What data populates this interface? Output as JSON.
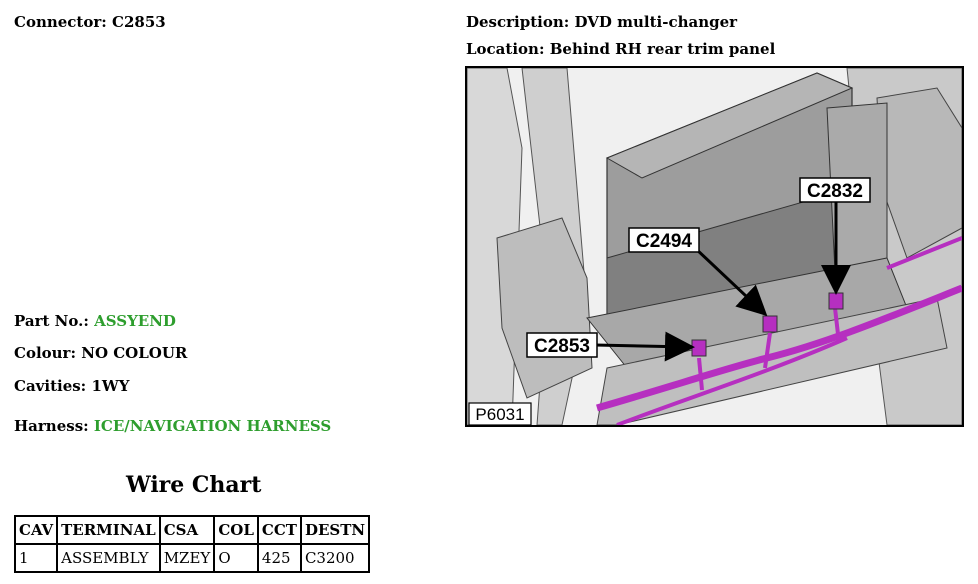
{
  "connector": {
    "label": "Connector:",
    "value": "C2853"
  },
  "description": {
    "label": "Description:",
    "value": "DVD multi-changer"
  },
  "location": {
    "label": "Location:",
    "value": "Behind RH rear trim panel"
  },
  "part_no": {
    "label": "Part No.:",
    "value": "ASSYEND"
  },
  "colour": {
    "label": "Colour:",
    "value": "NO COLOUR"
  },
  "cavities": {
    "label": "Cavities:",
    "value": "1WY"
  },
  "harness": {
    "label": "Harness:",
    "value": "ICE/NAVIGATION HARNESS"
  },
  "wire_chart": {
    "title": "Wire Chart",
    "headers": [
      "CAV",
      "TERMINAL",
      "CSA",
      "COL",
      "CCT",
      "DESTN"
    ],
    "rows": [
      [
        "1",
        "ASSEMBLY",
        "MZEY",
        "O",
        "425",
        "C3200"
      ]
    ]
  },
  "figure": {
    "id": "P6031",
    "callouts": [
      "C2832",
      "C2494",
      "C2853"
    ]
  },
  "colors": {
    "accent_green": "#2e9e2e",
    "harness_purple": "#b62fc0"
  }
}
